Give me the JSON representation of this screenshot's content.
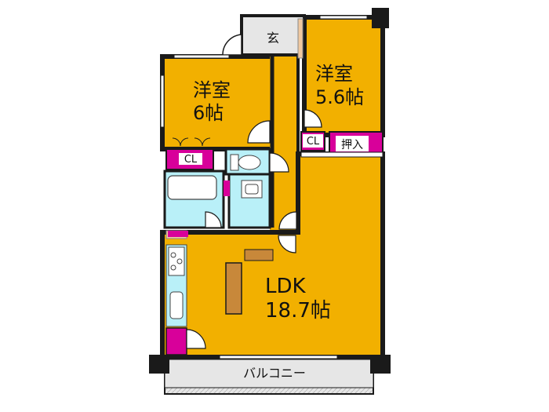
{
  "colors": {
    "room": "#f2b000",
    "closet": "#d8009a",
    "bath": "#b9f0f8",
    "entrance": "#e6e6e6",
    "corridor": "#f2b000",
    "balcony": "#e6e6e6",
    "counter": "#c8883a",
    "wall": "#1a1a1a"
  },
  "rooms": {
    "entrance": {
      "label": "玄"
    },
    "western_room_right": {
      "name": "洋室",
      "size": "5.6帖"
    },
    "western_room_left": {
      "name": "洋室",
      "size": "6帖"
    },
    "closet_left": {
      "label": "CL"
    },
    "closet_right": {
      "label": "CL"
    },
    "oshiire": {
      "label": "押入"
    },
    "ldk": {
      "name": "LDK",
      "size": "18.7帖"
    },
    "balcony": {
      "label": "バルコニー"
    }
  }
}
